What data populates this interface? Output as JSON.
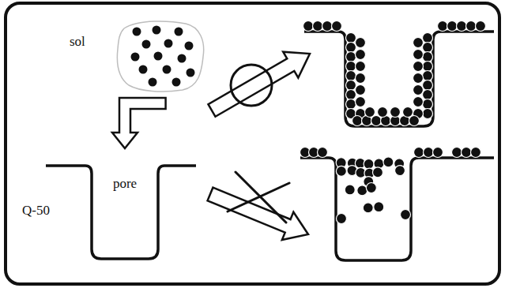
{
  "diagram": {
    "nodes": [
      {
        "text": [
          "sol"
        ]
      },
      {
        "text": [
          "pore"
        ]
      }
    ],
    "edges": [
      {
        "from": 0,
        "to": 1,
        "arrow": "to"
      }
    ],
    "labels": [
      "Q-50"
    ]
  }
}
